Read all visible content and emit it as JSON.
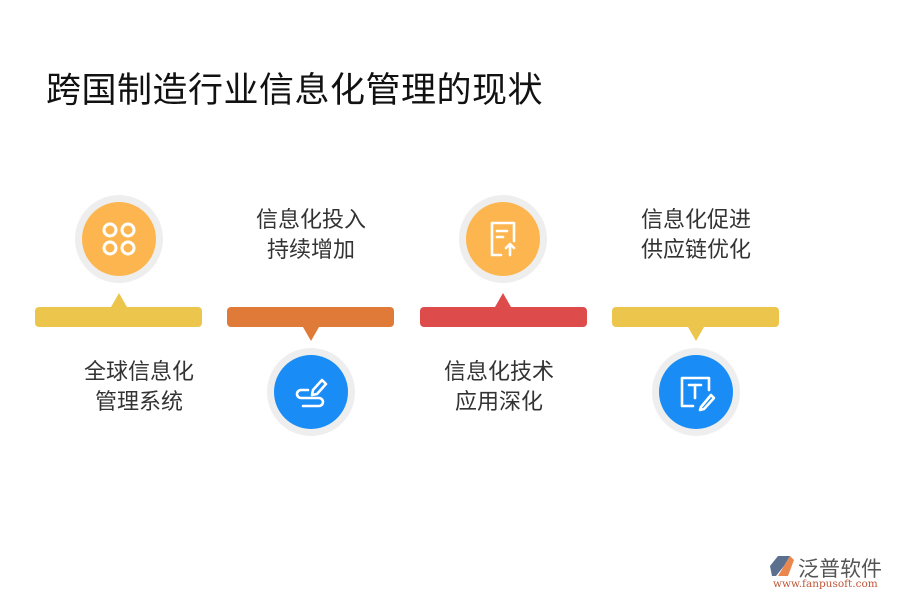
{
  "title": "跨国制造行业信息化管理的现状",
  "colors": {
    "yellow": "#ECC64C",
    "orange": "#E07A38",
    "red": "#DE4B4B",
    "icon_orange": "#FDB64F",
    "icon_blue": "#1A8CF5",
    "ring": "#EEEEEE"
  },
  "steps": [
    {
      "label_line1": "全球信息化",
      "label_line2": "管理系统",
      "icon": "apps-grid-icon",
      "bar_color": "#ECC64C",
      "pointer": "up"
    },
    {
      "label_line1": "信息化投入",
      "label_line2": "持续增加",
      "icon": "pen-signature-icon",
      "bar_color": "#E07A38",
      "pointer": "down"
    },
    {
      "label_line1": "信息化技术",
      "label_line2": "应用深化",
      "icon": "document-upload-icon",
      "bar_color": "#DE4B4B",
      "pointer": "up"
    },
    {
      "label_line1": "信息化促进",
      "label_line2": "供应链优化",
      "icon": "text-edit-icon",
      "bar_color": "#ECC64C",
      "pointer": "down"
    }
  ],
  "logo": {
    "name": "泛普软件",
    "url": "www.fanpusoft.com"
  }
}
